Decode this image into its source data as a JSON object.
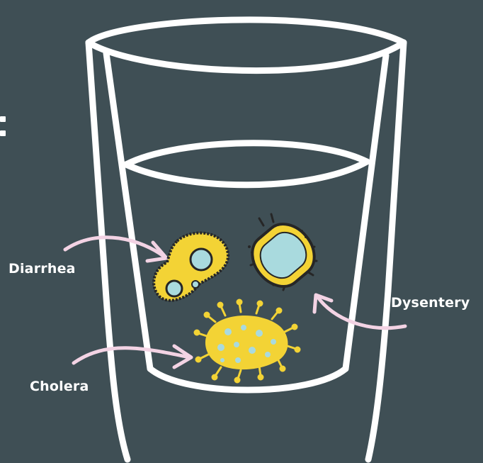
{
  "labels": {
    "diarrhea": "Diarrhea",
    "dysentery": "Dysentery",
    "cholera": "Cholera"
  },
  "colors": {
    "background": "#3f4f55",
    "outline": "#ffffff",
    "arrow": "#f3d3e4",
    "microbe_body": "#f3d335",
    "microbe_inner": "#a9dade",
    "microbe_edge": "#262626"
  },
  "icons": [
    "glass-of-water-icon",
    "diarrhea-microbe-icon",
    "dysentery-bacterium-icon",
    "cholera-microbe-icon"
  ]
}
